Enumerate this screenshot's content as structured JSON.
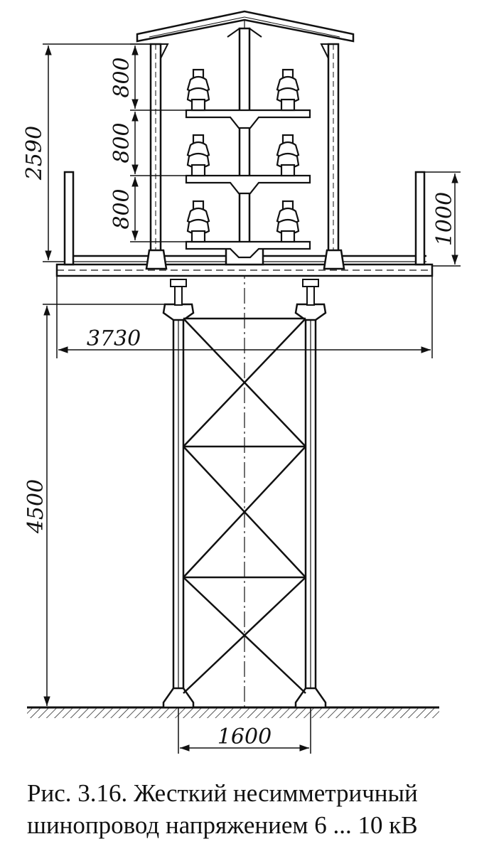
{
  "dimensions": {
    "shelter_height": "2590",
    "tier_top": "800",
    "tier_middle": "800",
    "tier_bottom": "800",
    "railing_height": "1000",
    "platform_width": "3730",
    "support_height": "4500",
    "leg_spacing": "1600"
  },
  "caption": {
    "line1": "Рис. 3.16. Жесткий несимметричный",
    "line2": "шинопровод напряжением 6 ... 10 кВ"
  }
}
